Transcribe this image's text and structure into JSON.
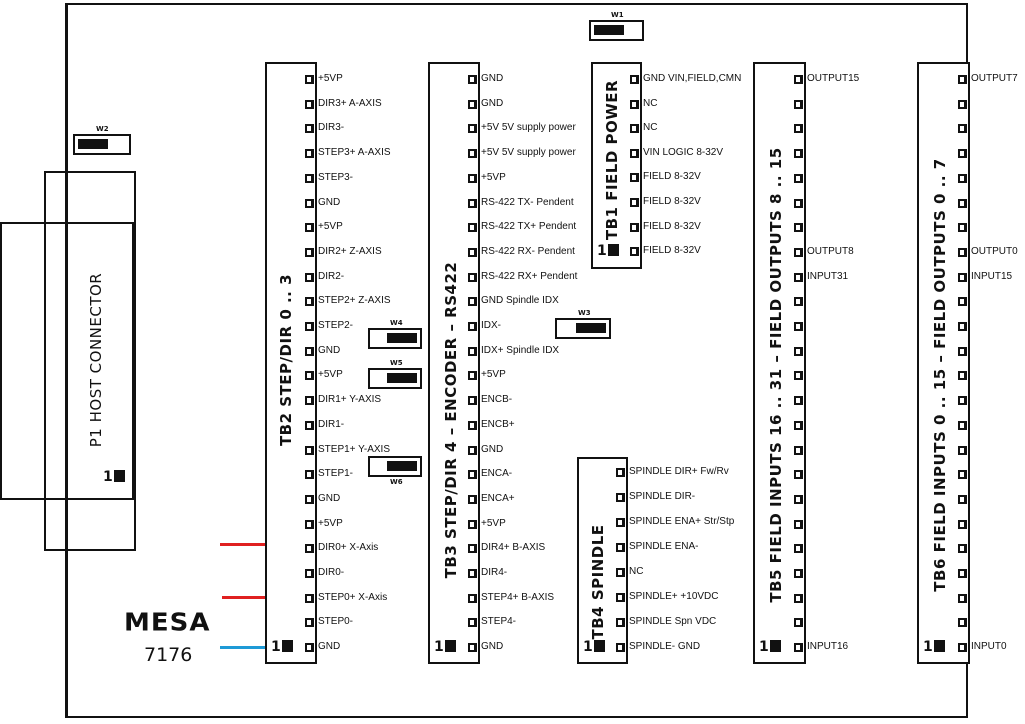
{
  "colors": {
    "red_wire": "#e02020",
    "blue_wire": "#1e9ad6",
    "ink": "#111111"
  },
  "host": {
    "title": "P1 HOST CONNECTOR",
    "pin1": "1"
  },
  "logo": {
    "brand": "Mesa",
    "model": "7176"
  },
  "jumpers": [
    {
      "id": "W1"
    },
    {
      "id": "W2"
    },
    {
      "id": "W3"
    },
    {
      "id": "W4"
    },
    {
      "id": "W5"
    },
    {
      "id": "W6"
    }
  ],
  "tb2": {
    "title": "TB2 STEP/DIR 0 .. 3",
    "pin1": "1",
    "pins": [
      "+5VP",
      "DIR3+  A-AXIS",
      "DIR3-",
      "STEP3+ A-AXIS",
      "STEP3-",
      "GND",
      "+5VP",
      "DIR2+  Z-AXIS",
      "DIR2-",
      "STEP2+ Z-AXIS",
      "STEP2-",
      "GND",
      "+5VP",
      "DIR1+  Y-AXIS",
      "DIR1-",
      "STEP1+ Y-AXIS",
      "STEP1-",
      "GND",
      "+5VP",
      "DIR0+  X-Axis",
      "DIR0-",
      "STEP0+ X-Axis",
      "STEP0-",
      "GND"
    ]
  },
  "tb3": {
    "title": "TB3 STEP/DIR 4 – ENCODER – RS422",
    "pin1": "1",
    "pins": [
      "GND",
      "GND",
      "+5V 5V supply power",
      "+5V 5V supply power",
      "+5VP",
      "RS-422 TX-  Pendent",
      "RS-422 TX+  Pendent",
      "RS-422 RX-  Pendent",
      "RS-422 RX+  Pendent",
      "GND  Spindle IDX",
      "IDX-",
      "IDX+ Spindle IDX",
      "+5VP",
      "ENCB-",
      "ENCB+",
      "GND",
      "ENCA-",
      "ENCA+",
      "+5VP",
      "DIR4+  B-AXIS",
      "DIR4-",
      "STEP4+ B-AXIS",
      "STEP4-",
      "GND"
    ]
  },
  "tb1": {
    "title": "TB1 FIELD POWER",
    "pin1": "1",
    "pins": [
      "GND VIN,FIELD,CMN",
      "NC",
      "NC",
      "VIN LOGIC 8-32V",
      "FIELD 8-32V",
      "FIELD 8-32V",
      "FIELD 8-32V",
      "FIELD 8-32V"
    ]
  },
  "tb4": {
    "title": "TB4 SPINDLE",
    "pin1": "1",
    "pins": [
      "SPINDLE DIR+ Fw/Rv",
      "SPINDLE DIR-",
      " SPINDLE ENA+ Str/Stp",
      "SPINDLE ENA-",
      " NC",
      "SPINDLE+ +10VDC",
      "SPINDLE  Spn VDC",
      "SPINDLE- GND"
    ]
  },
  "tb5": {
    "title": "TB5 FIELD INPUTS 16 .. 31 – FIELD OUTPUTS 8 .. 15",
    "pin1": "1",
    "pins": [
      "OUTPUT15",
      "",
      "",
      "",
      "",
      "",
      "",
      "OUTPUT8",
      "INPUT31",
      "",
      "",
      "",
      "",
      "",
      "",
      "",
      "",
      "",
      "",
      "",
      "",
      "",
      "",
      "INPUT16"
    ]
  },
  "tb6": {
    "title": "TB6 FIELD INPUTS 0 .. 15 – FIELD OUTPUTS 0 .. 7",
    "pin1": "1",
    "pins": [
      "OUTPUT7",
      "",
      "",
      "",
      "",
      "",
      "",
      "OUTPUT0",
      "INPUT15",
      "",
      "",
      "",
      "",
      "",
      "",
      "",
      "",
      "",
      "",
      "",
      "",
      "",
      "",
      "INPUT0"
    ]
  }
}
